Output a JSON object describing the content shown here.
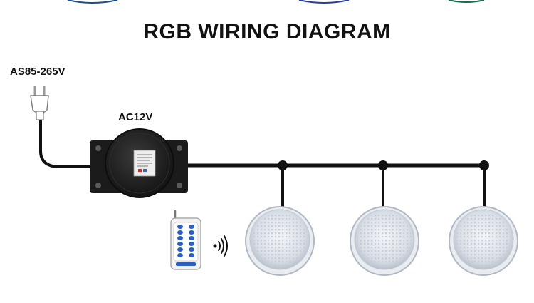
{
  "title": "RGB WIRING DIAGRAM",
  "input_voltage": "AS85-265V",
  "output_voltage": "AC12V",
  "colors": {
    "text": "#111111",
    "cable": "#111111",
    "transformer": "#1e1e1e",
    "remote_body": "#f2f2f2",
    "remote_buttons": "#2a5fc2",
    "light_rim": "#e6e9ee",
    "light_face": "#cfd6df"
  },
  "icons": [
    "power-plug-icon",
    "transformer-icon",
    "remote-control-icon",
    "wireless-signal-icon",
    "pool-light-icon"
  ]
}
